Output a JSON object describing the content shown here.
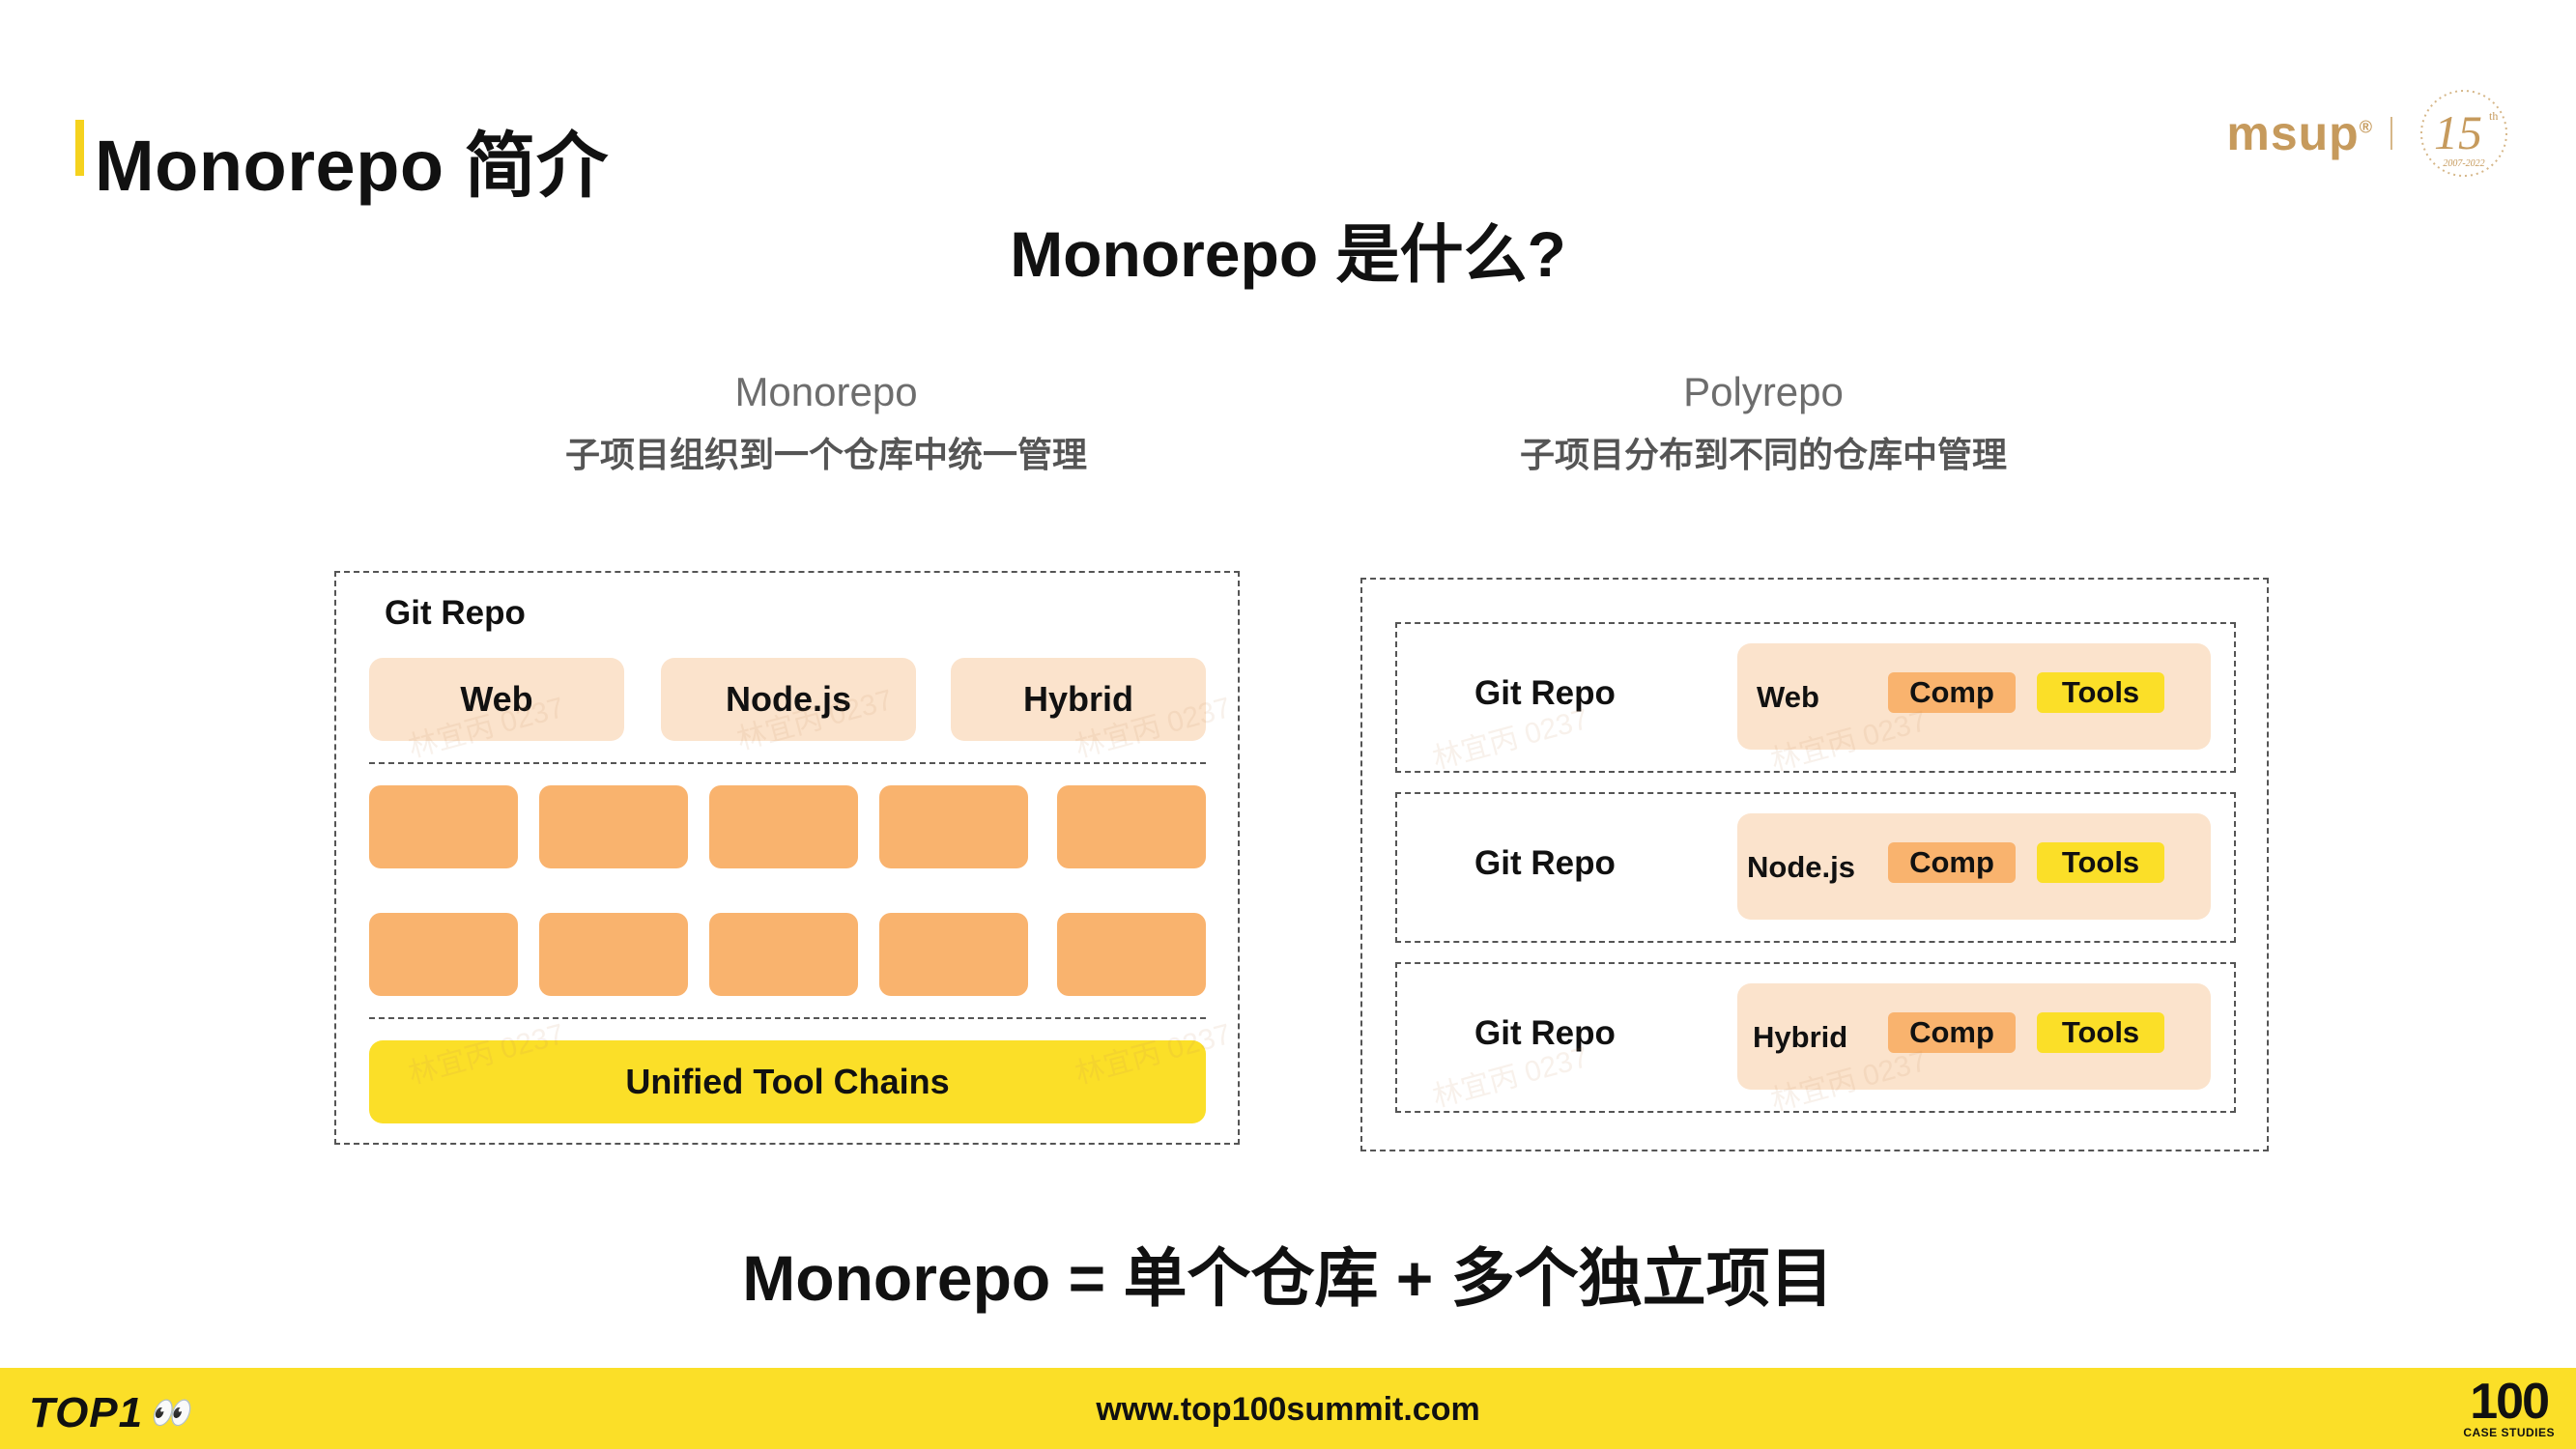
{
  "page_title": "Monorepo 简介",
  "brand": {
    "name": "msup",
    "registered": "®",
    "anniversary": "15",
    "anniversary_sup": "th",
    "years": "2007-2022"
  },
  "heading": "Monorepo 是什么?",
  "monorepo": {
    "title": "Monorepo",
    "subtitle": "子项目组织到一个仓库中统一管理",
    "repo_label": "Git Repo",
    "projects": [
      "Web",
      "Node.js",
      "Hybrid"
    ],
    "toolchain": "Unified Tool Chains"
  },
  "polyrepo": {
    "title": "Polyrepo",
    "subtitle": "子项目分布到不同的仓库中管理",
    "repos": [
      {
        "label": "Git Repo",
        "project": "Web",
        "comp": "Comp",
        "tools": "Tools"
      },
      {
        "label": "Git Repo",
        "project": "Node.js",
        "comp": "Comp",
        "tools": "Tools"
      },
      {
        "label": "Git Repo",
        "project": "Hybrid",
        "comp": "Comp",
        "tools": "Tools"
      }
    ]
  },
  "equation": "Monorepo = 单个仓库 + 多个独立项目",
  "watermark": "林宜丙 0237",
  "footer": {
    "left_logo": "TOP1",
    "left_logo_eyes": "👀",
    "url": "www.top100summit.com",
    "right_logo": "100",
    "right_logo_sub": "CASE STUDIES"
  },
  "colors": {
    "accent_yellow": "#fbdf28",
    "orange": "#f9b36e",
    "light_peach": "#fbe3cc",
    "brand_gold": "#c69a5c"
  }
}
